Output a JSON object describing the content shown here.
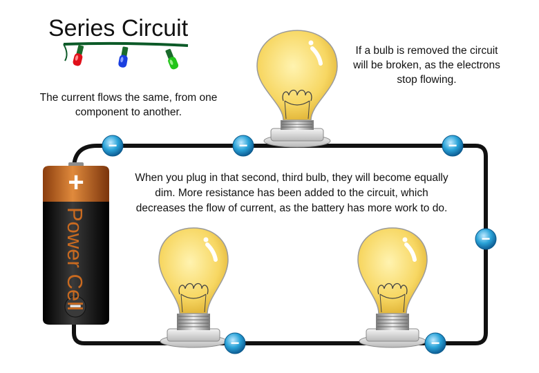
{
  "title": "Series Circuit",
  "notes": {
    "current": "The current flows the same, from one component to another.",
    "removed": "If a bulb is removed the circuit will be broken, as the electrons stop flowing.",
    "dim": "When you plug in that second, third bulb, they will become equally dim. More resistance has been added to the circuit, which decreases the flow of current, as the battery has more work to do."
  },
  "battery": {
    "label": "Power Cell",
    "positive_symbol": "+",
    "negative_symbol": "−"
  },
  "electron_symbol": "−",
  "colors": {
    "wire": "#111111",
    "bulb_glass": "#f7d763",
    "electron": "#2aa3d8",
    "battery_top": "#c0611c",
    "battery_body": "#1e1e1e",
    "string_light_red": "#e0101a",
    "string_light_blue": "#1a3fe0",
    "string_light_green": "#22c41a"
  }
}
